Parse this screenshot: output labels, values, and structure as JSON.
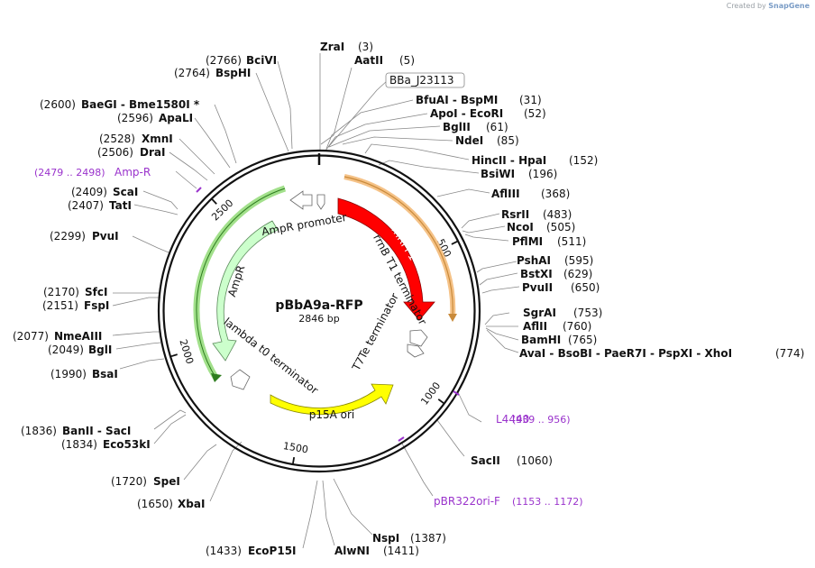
{
  "credit": {
    "prefix": "Created by",
    "brand": "SnapGene"
  },
  "plasmid": {
    "name": "pBbA9a-RFP",
    "size_label": "2846 bp",
    "length": 2846
  },
  "ring_ticks": [
    {
      "bp": 500,
      "label": "500"
    },
    {
      "bp": 1000,
      "label": "1000"
    },
    {
      "bp": 1500,
      "label": "1500"
    },
    {
      "bp": 2000,
      "label": "2000"
    },
    {
      "bp": 2500,
      "label": "2500"
    }
  ],
  "features": [
    {
      "name": "mRFP1",
      "color": "#ff0000",
      "text_color": "#ffffff"
    },
    {
      "name": "rrnB T1 terminator",
      "color": "#ffffff"
    },
    {
      "name": "T7Te terminator",
      "color": "#ffffff"
    },
    {
      "name": "p15A ori",
      "color": "#ffff00"
    },
    {
      "name": "lambda t0 terminator",
      "color": "#ffffff"
    },
    {
      "name": "AmpR",
      "color": "#ccffcc"
    },
    {
      "name": "AmpR promoter",
      "color": "#ffffff"
    }
  ],
  "outer_features": [
    {
      "name": "BBa_J23113"
    }
  ],
  "primers": [
    {
      "name": "Amp-R",
      "range": "(2479 .. 2498)",
      "color": "#9a33cc"
    },
    {
      "name": "L4440",
      "range": "(939 .. 956)",
      "color": "#9a33cc"
    },
    {
      "name": "pBR322ori-F",
      "range": "(1153 .. 1172)",
      "color": "#9a33cc"
    }
  ],
  "enzyme_labels": [
    {
      "pos": "(3)",
      "name": "ZraI"
    },
    {
      "pos": "(5)",
      "name": "AatII"
    },
    {
      "pos": "(31)",
      "name": "BfuAI - BspMI"
    },
    {
      "pos": "(52)",
      "name": "ApoI - EcoRI"
    },
    {
      "pos": "(61)",
      "name": "BglII"
    },
    {
      "pos": "(85)",
      "name": "NdeI"
    },
    {
      "pos": "(152)",
      "name": "HincII - HpaI"
    },
    {
      "pos": "(196)",
      "name": "BsiWI"
    },
    {
      "pos": "(368)",
      "name": "AflIII"
    },
    {
      "pos": "(483)",
      "name": "RsrII"
    },
    {
      "pos": "(505)",
      "name": "NcoI"
    },
    {
      "pos": "(511)",
      "name": "PflMI"
    },
    {
      "pos": "(595)",
      "name": "PshAI"
    },
    {
      "pos": "(629)",
      "name": "BstXI"
    },
    {
      "pos": "(650)",
      "name": "PvuII"
    },
    {
      "pos": "(753)",
      "name": "SgrAI"
    },
    {
      "pos": "(760)",
      "name": "AflII"
    },
    {
      "pos": "(765)",
      "name": "BamHI"
    },
    {
      "pos": "(774)",
      "name": "AvaI - BsoBI - PaeR7I - PspXI - XhoI"
    },
    {
      "pos": "(1060)",
      "name": "SacII"
    },
    {
      "pos": "(1387)",
      "name": "NspI"
    },
    {
      "pos": "(1411)",
      "name": "AlwNI"
    },
    {
      "pos": "(1433)",
      "name": "EcoP15I"
    },
    {
      "pos": "(1650)",
      "name": "XbaI"
    },
    {
      "pos": "(1720)",
      "name": "SpeI"
    },
    {
      "pos": "(1834)",
      "name": "Eco53kI"
    },
    {
      "pos": "(1836)",
      "name": "BanII - SacI"
    },
    {
      "pos": "(1990)",
      "name": "BsaI"
    },
    {
      "pos": "(2049)",
      "name": "BglI"
    },
    {
      "pos": "(2077)",
      "name": "NmeAIII"
    },
    {
      "pos": "(2151)",
      "name": "FspI"
    },
    {
      "pos": "(2170)",
      "name": "SfcI"
    },
    {
      "pos": "(2299)",
      "name": "PvuI"
    },
    {
      "pos": "(2407)",
      "name": "TatI"
    },
    {
      "pos": "(2409)",
      "name": "ScaI"
    },
    {
      "pos": "(2506)",
      "name": "DraI"
    },
    {
      "pos": "(2528)",
      "name": "XmnI"
    },
    {
      "pos": "(2596)",
      "name": "ApaLI"
    },
    {
      "pos": "(2600)",
      "name": "BaeGI - Bme1580I *"
    },
    {
      "pos": "(2764)",
      "name": "BspHI"
    },
    {
      "pos": "(2766)",
      "name": "BciVI"
    }
  ]
}
